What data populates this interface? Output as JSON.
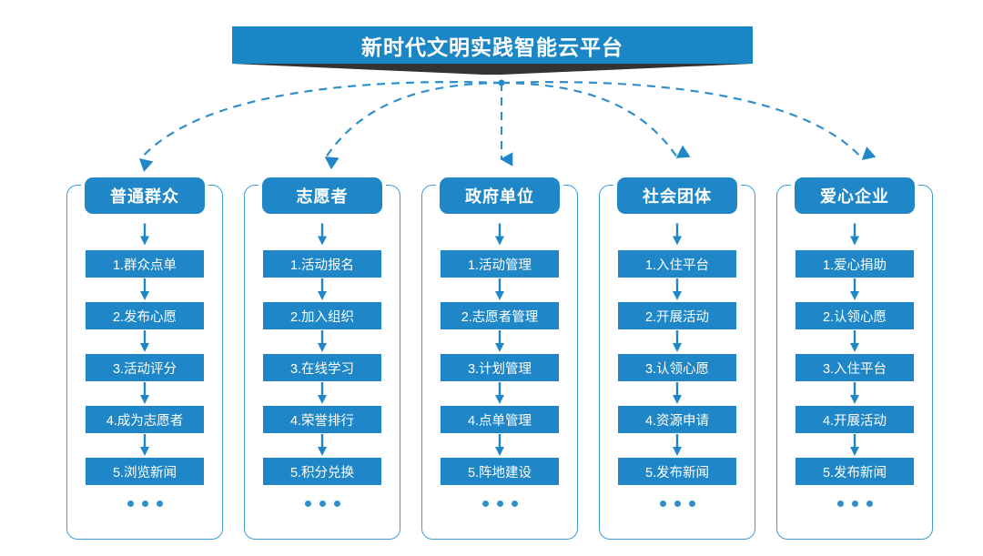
{
  "header": {
    "title": "新时代文明实践智能云平台",
    "accent_color": "#1a86c6",
    "shadow_color": "#333333"
  },
  "theme": {
    "box_blue": "#1f87c7",
    "frame_blue": "#3d9cd2",
    "dot_blue": "#2f8fcb",
    "text_white": "#ffffff",
    "background": "#ffffff"
  },
  "ellipsis": "···",
  "columns": [
    {
      "id": "public",
      "header": "普通群众",
      "items": [
        "1.群众点单",
        "2.发布心愿",
        "3.活动评分",
        "4.成为志愿者",
        "5.浏览新闻"
      ]
    },
    {
      "id": "volunteer",
      "header": "志愿者",
      "items": [
        "1.活动报名",
        "2.加入组织",
        "3.在线学习",
        "4.荣誉排行",
        "5.积分兑换"
      ]
    },
    {
      "id": "government",
      "header": "政府单位",
      "items": [
        "1.活动管理",
        "2.志愿者管理",
        "3.计划管理",
        "4.点单管理",
        "5.阵地建设"
      ]
    },
    {
      "id": "social-group",
      "header": "社会团体",
      "items": [
        "1.入住平台",
        "2.开展活动",
        "3.认领心愿",
        "4.资源申请",
        "5.发布新闻"
      ]
    },
    {
      "id": "charity-enterprise",
      "header": "爱心企业",
      "items": [
        "1.爱心捐助",
        "2.认领心愿",
        "3.入住平台",
        "4.开展活动",
        "5.发布新闻"
      ]
    }
  ]
}
